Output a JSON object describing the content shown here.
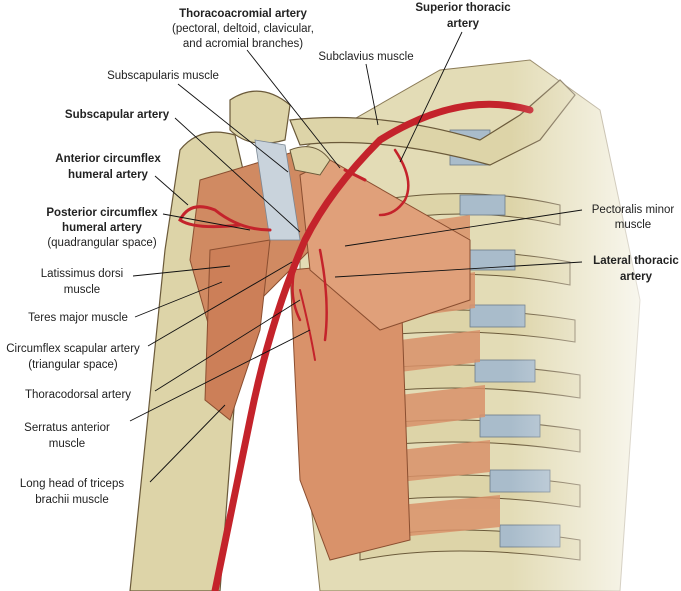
{
  "colors": {
    "bone": "#ddd4a8",
    "muscle": "#d9926a",
    "muscle_dark": "#b86a45",
    "artery": "#c4232b",
    "cartilage": "#a9bccb",
    "outline": "#6b5a3a"
  },
  "labels": {
    "thoracoacromial": {
      "title": "Thoracoacromial artery",
      "line2": "(pectoral, deltoid, clavicular,",
      "line3": "and acromial branches)"
    },
    "superior_thoracic": {
      "line1": "Superior thoracic",
      "line2": "artery"
    },
    "subclavius": "Subclavius muscle",
    "subscapularis": "Subscapularis muscle",
    "subscapular_artery": "Subscapular artery",
    "anterior_circumflex": {
      "line1": "Anterior circumflex",
      "line2": "humeral artery"
    },
    "posterior_circumflex": {
      "line1": "Posterior circumflex",
      "line2": "humeral artery",
      "line3": "(quadrangular space)"
    },
    "pectoralis_minor": {
      "line1": "Pectoralis minor",
      "line2": "muscle"
    },
    "lateral_thoracic": {
      "line1": "Lateral thoracic",
      "line2": "artery"
    },
    "latissimus": {
      "line1": "Latissimus dorsi",
      "line2": "muscle"
    },
    "teres_major": "Teres major muscle",
    "circumflex_scapular": {
      "line1": "Circumflex scapular artery",
      "line2": "(triangular space)"
    },
    "thoracodorsal": "Thoracodorsal artery",
    "serratus": {
      "line1": "Serratus anterior",
      "line2": "muscle"
    },
    "triceps": {
      "line1": "Long head of triceps",
      "line2": "brachii muscle"
    }
  }
}
